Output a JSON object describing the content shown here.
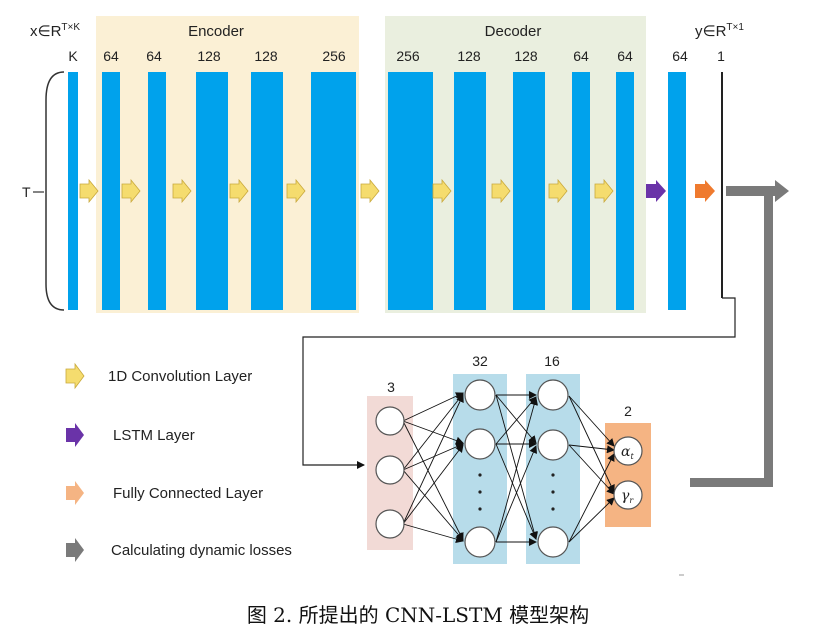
{
  "input_label": "x∈R",
  "input_sup": "T×K",
  "output_label": "y∈R",
  "output_sup": "T×1",
  "encoder_title": "Encoder",
  "decoder_title": "Decoder",
  "k_label": "K",
  "t_label": "T",
  "encoder_channels": [
    "64",
    "64",
    "128",
    "128",
    "256"
  ],
  "decoder_channels": [
    "256",
    "128",
    "128",
    "64",
    "64"
  ],
  "lstm_channels": "64",
  "output_channels": "1",
  "legend": {
    "conv": "1D Convolution Layer",
    "lstm": "LSTM Layer",
    "fc": "Fully Connected Layer",
    "loss": "Calculating dynamic losses"
  },
  "mlp": {
    "layer_sizes": [
      "3",
      "32",
      "16",
      "2"
    ],
    "alpha": "α",
    "alpha_sub": "t",
    "gamma": "γ",
    "gamma_sub": "r"
  },
  "caption": "图 2.  所提出的 CNN-LSTM 模型架构",
  "colors": {
    "blue": "#00A2EC",
    "encoder_bg": "#FBF0D5",
    "decoder_bg": "#EAEFDF",
    "conv_arrow": "#F5DC6E",
    "lstm_arrow": "#6A33A8",
    "fc_arrow": "#EF7A2E",
    "loss_arrow": "#7A7A7A",
    "mlp_in_bg": "#F2DAD6",
    "mlp_hidden_bg": "#B7DCEA",
    "mlp_out_bg": "#F5B483"
  }
}
